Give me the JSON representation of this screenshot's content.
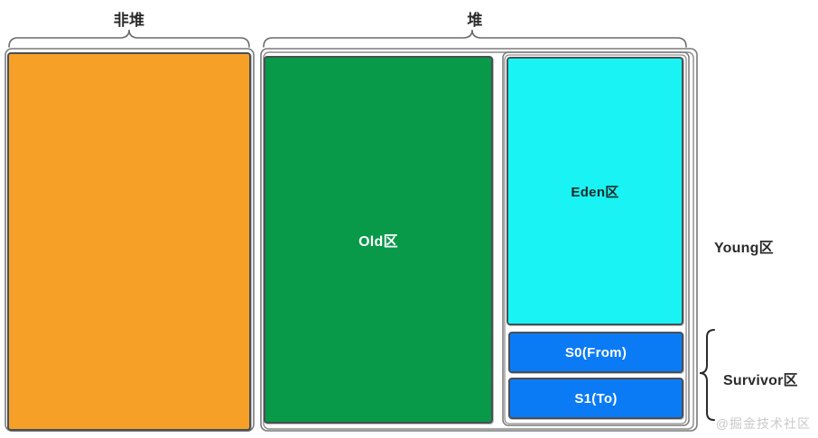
{
  "diagram": {
    "title_top_left": "非堆",
    "title_top_right": "堆",
    "labels": {
      "non_heap": "非堆",
      "heap": "堆",
      "young": "Young区",
      "survivor": "Survivor区"
    },
    "blocks": [
      {
        "id": "non-heap",
        "label": "",
        "color": "#F7A028",
        "text_color": "#ffffff",
        "region": "non-heap"
      },
      {
        "id": "old",
        "label": "Old区",
        "color": "#089949",
        "text_color": "#ffffff",
        "region": "heap"
      },
      {
        "id": "eden",
        "label": "Eden区",
        "color": "#19F3F3",
        "text_color": "#1a2a2a",
        "region": "young"
      },
      {
        "id": "s0",
        "label": "S0(From)",
        "color": "#0B7BF5",
        "text_color": "#ffffff",
        "region": "survivor"
      },
      {
        "id": "s1",
        "label": "S1(To)",
        "color": "#0B7BF5",
        "text_color": "#ffffff",
        "region": "survivor"
      }
    ],
    "colors": {
      "orange": "#F7A028",
      "green": "#089949",
      "cyan": "#19F3F3",
      "blue": "#0B7BF5",
      "outline": "#4a4f55",
      "brace": "#6b6b6b",
      "label_text": "#2b2b2b",
      "background": "#ffffff"
    }
  },
  "watermark": {
    "text": "@掘金技术社区"
  }
}
